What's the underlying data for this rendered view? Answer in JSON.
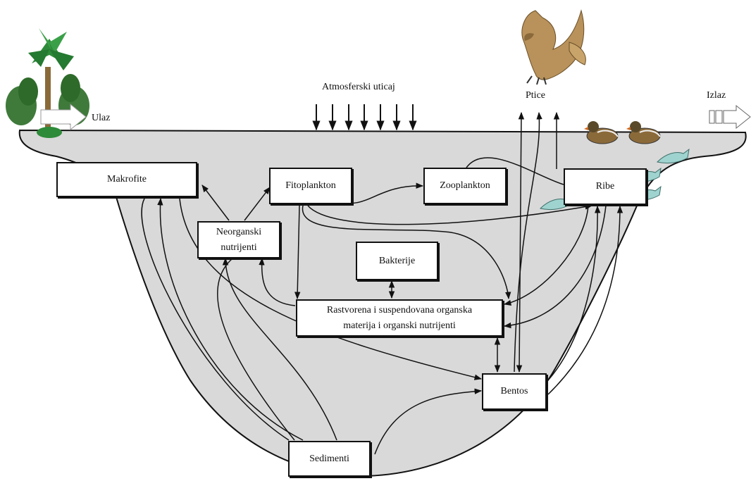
{
  "labels": {
    "inlet": "Ulaz",
    "outlet": "Izlaz",
    "atmosphere": "Atmosferski uticaj",
    "birds": "Ptice"
  },
  "nodes": {
    "makrofite": "Makrofite",
    "fitoplankton": "Fitoplankton",
    "zooplankton": "Zooplankton",
    "ribe": "Ribe",
    "neorganski_1": "Neorganski",
    "neorganski_2": "nutrijenti",
    "bakterije": "Bakterije",
    "organska_1": "Rastvorena i suspendovana organska",
    "organska_2": "materija i organski nutrijenti",
    "bentos": "Bentos",
    "sedimenti": "Sedimenti"
  },
  "colors": {
    "water": "#d9d9d9",
    "arrow": "#111111",
    "fish": "#9fd3cf",
    "tree": "#2e8b3a",
    "bird": "#b8925a"
  },
  "icons": [
    "tree-icon",
    "eagle-icon",
    "duck-icon",
    "fish-icon"
  ]
}
